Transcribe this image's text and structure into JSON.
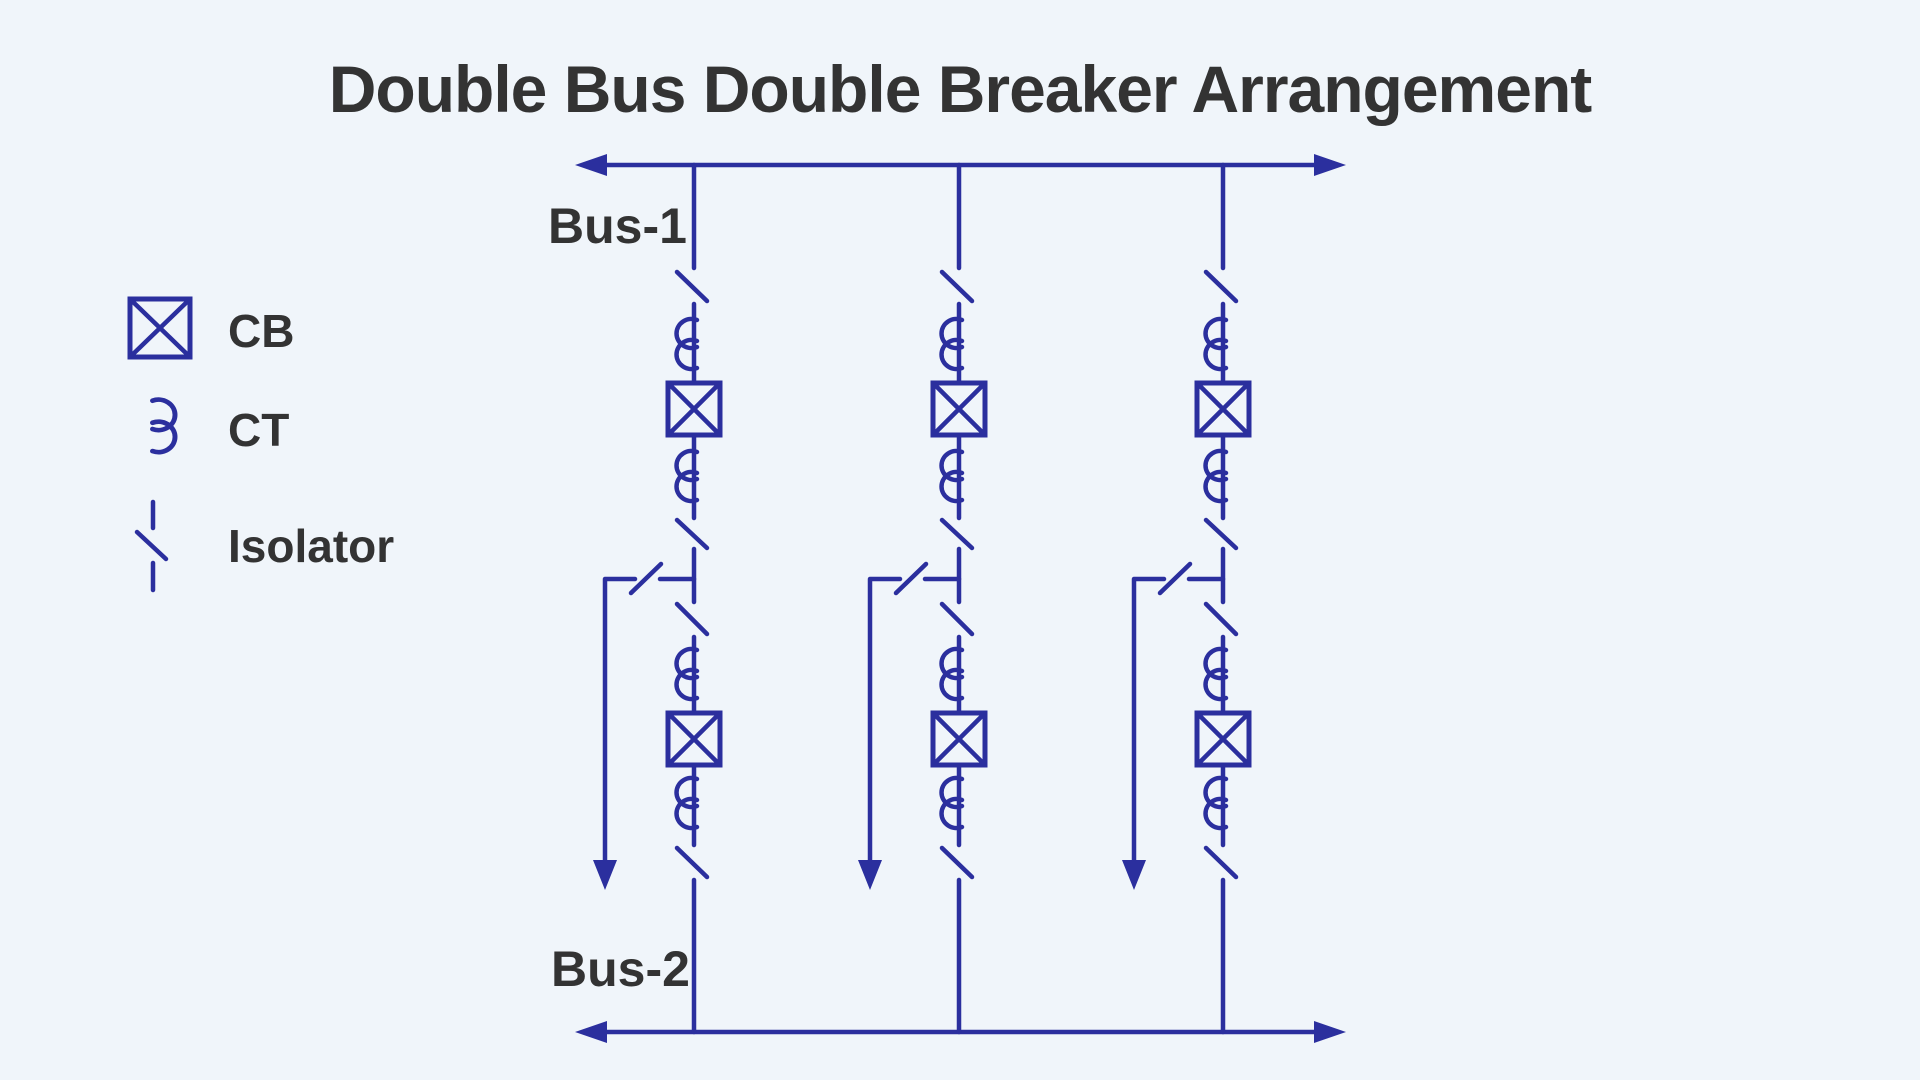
{
  "title": "Double Bus Double Breaker Arrangement",
  "labels": {
    "bus1": "Bus-1",
    "bus2": "Bus-2"
  },
  "legend": {
    "items": [
      {
        "icon": "cb-icon",
        "label": "CB"
      },
      {
        "icon": "ct-icon",
        "label": "CT"
      },
      {
        "icon": "isolator-icon",
        "label": "Isolator"
      }
    ]
  },
  "diagram": {
    "feeder_count": 3,
    "breakers_per_feeder": 2,
    "cts_per_feeder": 4,
    "isolators_per_feeder": 5
  },
  "colors": {
    "line": "#2b2f9e",
    "text": "#333333",
    "background": "#f0f5fa"
  }
}
